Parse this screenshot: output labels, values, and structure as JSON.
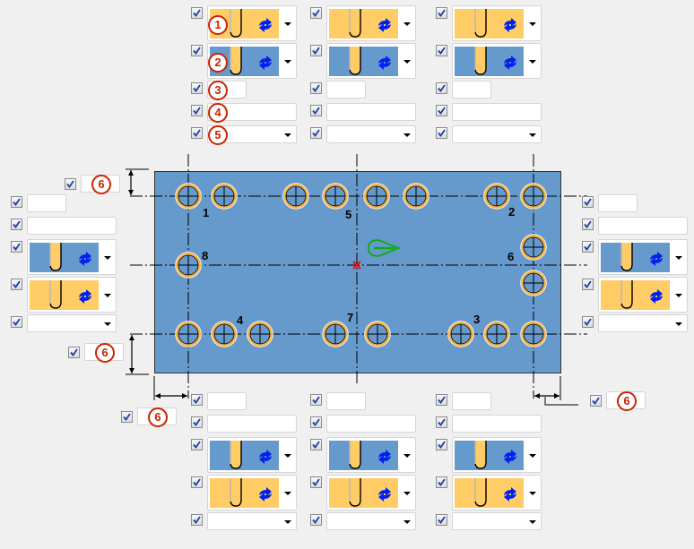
{
  "colors": {
    "plate": "#6699cc",
    "tool_orange": "#ffcc66",
    "tool_blue": "#6699cc",
    "badge": "#cc2200",
    "refresh_icon": "#0022ee",
    "origin_marker": "#ee1111",
    "direction_marker": "#11aa11"
  },
  "callouts": [
    "1",
    "2",
    "3",
    "4",
    "5",
    "6"
  ],
  "hole_labels": [
    "1",
    "2",
    "3",
    "4",
    "5",
    "6",
    "7",
    "8"
  ],
  "top_groups": [
    {
      "rows": [
        {
          "type": "image",
          "style": "orange",
          "checked": true,
          "callout": "1"
        },
        {
          "type": "image",
          "style": "blue",
          "checked": true,
          "callout": "2"
        },
        {
          "type": "small",
          "checked": true,
          "value": "",
          "callout": "3"
        },
        {
          "type": "wide",
          "checked": true,
          "value": "",
          "callout": "4"
        },
        {
          "type": "dropdown",
          "checked": true,
          "value": "",
          "callout": "5"
        }
      ]
    },
    {
      "rows": [
        {
          "type": "image",
          "style": "orange",
          "checked": true
        },
        {
          "type": "image",
          "style": "blue",
          "checked": true
        },
        {
          "type": "small",
          "checked": true,
          "value": ""
        },
        {
          "type": "wide",
          "checked": true,
          "value": ""
        },
        {
          "type": "dropdown",
          "checked": true,
          "value": ""
        }
      ]
    },
    {
      "rows": [
        {
          "type": "image",
          "style": "orange",
          "checked": true
        },
        {
          "type": "image",
          "style": "blue",
          "checked": true
        },
        {
          "type": "small",
          "checked": true,
          "value": ""
        },
        {
          "type": "wide",
          "checked": true,
          "value": ""
        },
        {
          "type": "dropdown",
          "checked": true,
          "value": ""
        }
      ]
    }
  ],
  "left_group": {
    "rows": [
      {
        "type": "small",
        "checked": true,
        "value": ""
      },
      {
        "type": "wide",
        "checked": true,
        "value": ""
      },
      {
        "type": "image",
        "style": "blue",
        "checked": true
      },
      {
        "type": "image",
        "style": "orange",
        "checked": true
      },
      {
        "type": "dropdown",
        "checked": true,
        "value": ""
      }
    ]
  },
  "right_group": {
    "rows": [
      {
        "type": "small",
        "checked": true,
        "value": ""
      },
      {
        "type": "wide",
        "checked": true,
        "value": ""
      },
      {
        "type": "image",
        "style": "blue",
        "checked": true
      },
      {
        "type": "image",
        "style": "orange",
        "checked": true
      },
      {
        "type": "dropdown",
        "checked": true,
        "value": ""
      }
    ]
  },
  "bottom_groups": [
    {
      "rows": [
        {
          "type": "small",
          "checked": true,
          "value": ""
        },
        {
          "type": "wide",
          "checked": true,
          "value": ""
        },
        {
          "type": "image",
          "style": "blue",
          "checked": true
        },
        {
          "type": "image",
          "style": "orange",
          "checked": true
        },
        {
          "type": "dropdown",
          "checked": true,
          "value": ""
        }
      ]
    },
    {
      "rows": [
        {
          "type": "small",
          "checked": true,
          "value": ""
        },
        {
          "type": "wide",
          "checked": true,
          "value": ""
        },
        {
          "type": "image",
          "style": "blue",
          "checked": true
        },
        {
          "type": "image",
          "style": "orange",
          "checked": true
        },
        {
          "type": "dropdown",
          "checked": true,
          "value": ""
        }
      ]
    },
    {
      "rows": [
        {
          "type": "small",
          "checked": true,
          "value": ""
        },
        {
          "type": "wide",
          "checked": true,
          "value": ""
        },
        {
          "type": "image",
          "style": "blue",
          "checked": true
        },
        {
          "type": "image",
          "style": "orange",
          "checked": true
        },
        {
          "type": "dropdown",
          "checked": true,
          "value": ""
        }
      ]
    }
  ],
  "offset_fields": [
    {
      "name": "offset-top-left",
      "checked": true,
      "callout": "6",
      "value": ""
    },
    {
      "name": "offset-bottom-left",
      "checked": true,
      "callout": "6",
      "value": ""
    },
    {
      "name": "offset-left-bottom",
      "checked": true,
      "callout": "6",
      "value": ""
    },
    {
      "name": "offset-right-bottom",
      "checked": true,
      "callout": "6",
      "value": ""
    }
  ]
}
